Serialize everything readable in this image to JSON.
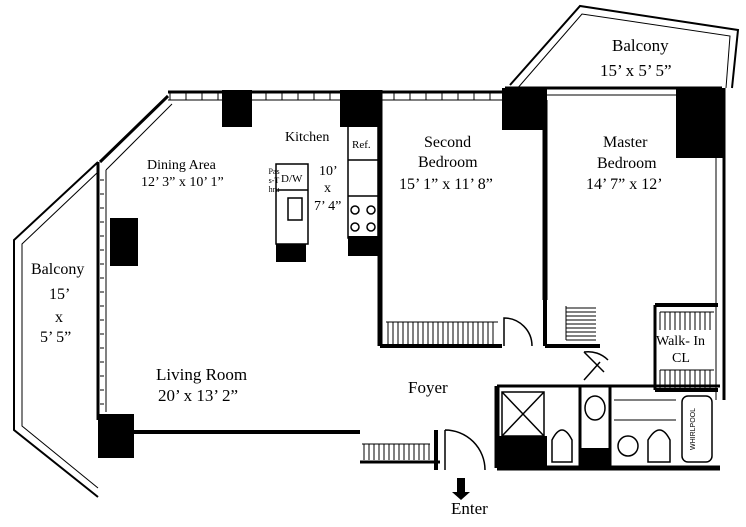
{
  "rooms": {
    "balcony_top": {
      "name": "Balcony",
      "size": "15’ x 5’ 5”"
    },
    "second_bedroom": {
      "name1": "Second",
      "name2": "Bedroom",
      "size": "15’ 1” x 11’ 8”"
    },
    "master_bedroom": {
      "name1": "Master",
      "name2": "Bedroom",
      "size": "14’ 7” x 12’"
    },
    "kitchen": {
      "name": "Kitchen",
      "size1": "10’",
      "size2": "x",
      "size3": "7’ 4”"
    },
    "dining_area": {
      "name": "Dining Area",
      "size": "12’ 3” x 10’ 1”"
    },
    "balcony_left": {
      "name": "Balcony",
      "size1": "15’",
      "size2": "x",
      "size3": "5’ 5”"
    },
    "living_room": {
      "name": "Living Room",
      "size": "20’ x 13’ 2”"
    },
    "foyer": {
      "name": "Foyer"
    },
    "walk_in_closet": {
      "name1": "Walk- In",
      "name2": "CL"
    }
  },
  "fixtures": {
    "refrigerator": "Ref.",
    "dishwasher": "D/W",
    "pass_thru": "Pass-Thru",
    "whirlpool": "WHIRLPOOL"
  },
  "entry": {
    "label": "Enter"
  }
}
